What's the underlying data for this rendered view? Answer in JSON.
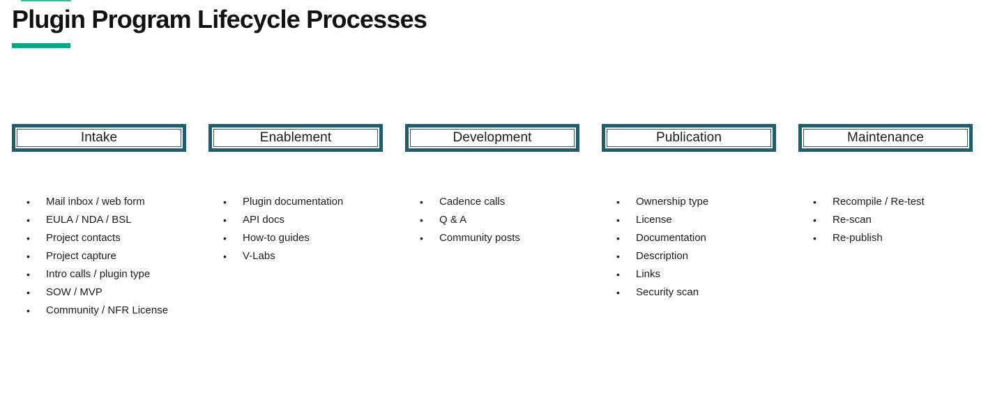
{
  "page": {
    "title": "Plugin Program Lifecycle Processes"
  },
  "accent_colors": {
    "underline_green": "#01A982",
    "stage_border_teal": "#1D5E70"
  },
  "stages": [
    {
      "label": "Intake",
      "items": [
        "Mail inbox / web form",
        "EULA / NDA / BSL",
        "Project contacts",
        "Project capture",
        "Intro calls / plugin type",
        "SOW / MVP",
        "Community / NFR License"
      ]
    },
    {
      "label": "Enablement",
      "items": [
        "Plugin documentation",
        "API docs",
        "How-to guides",
        "V-Labs"
      ]
    },
    {
      "label": "Development",
      "items": [
        "Cadence calls",
        "Q & A",
        "Community posts"
      ]
    },
    {
      "label": "Publication",
      "items": [
        "Ownership type",
        "License",
        "Documentation",
        "Description",
        "Links",
        "Security scan"
      ]
    },
    {
      "label": "Maintenance",
      "items": [
        "Recompile / Re-test",
        "Re-scan",
        "Re-publish"
      ]
    }
  ],
  "icons": {
    "bullet": "•"
  }
}
